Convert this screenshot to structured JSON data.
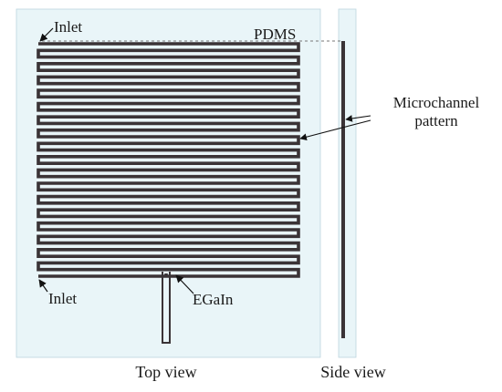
{
  "labels": {
    "inlet_top": "Inlet",
    "inlet_bottom": "Inlet",
    "pdms": "PDMS",
    "microchannel_line1": "Microchannel",
    "microchannel_line2": "pattern",
    "egain": "EGaIn",
    "top_view": "Top view",
    "side_view": "Side view"
  },
  "colors": {
    "substrate": "#e9f5f8",
    "channel": "#3a3336",
    "outline": "#bcd6de",
    "annotation": "#111111"
  }
}
